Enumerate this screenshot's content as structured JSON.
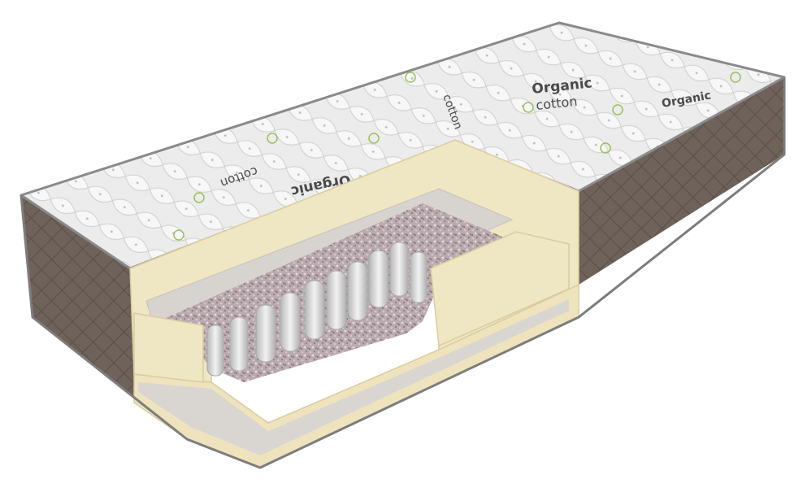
{
  "product_image": {
    "subject": "pocket spring mattress cutaway",
    "cover_print": {
      "word_1": "Organic",
      "word_2": "cotton"
    },
    "colors": {
      "background": "#ffffff",
      "quilted_top": "#e9e9e9",
      "quilt_shadow": "#c9c9c9",
      "side_fabric": "#6e625a",
      "side_fabric_dark": "#53483f",
      "piping": "#8a8a8a",
      "foam_cream": "#efe6c4",
      "foam_cream_shade": "#ddd1a6",
      "felt_grey": "#d8d6d3",
      "fiber_fill": "#b9a9ad",
      "springs": "#dcdcdc",
      "leaf_green": "#9bbf58"
    }
  }
}
